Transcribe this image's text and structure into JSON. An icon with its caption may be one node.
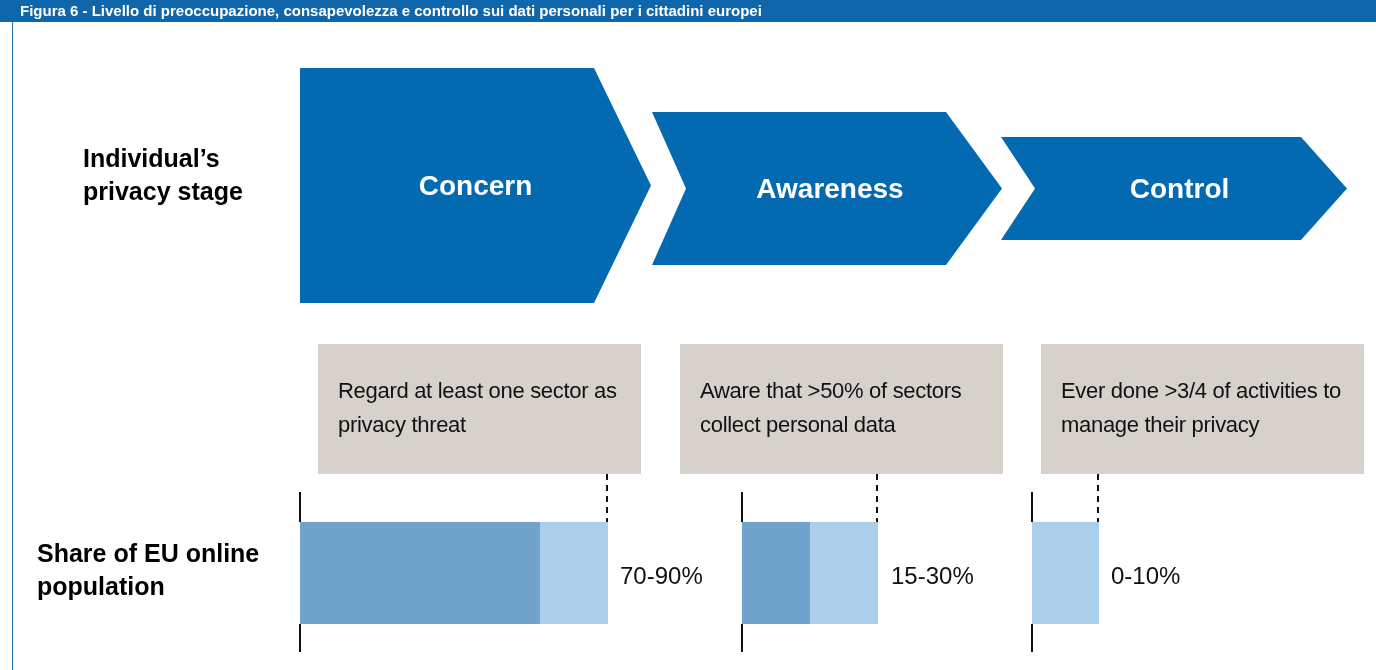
{
  "diagram": {
    "title": "Figura 6 - Livello di preoccupazione, consapevolezza e controllo sui dati personali per i cittadini europei",
    "nodes": [
      {
        "text": [
          "Concern"
        ]
      },
      {
        "text": [
          "Awareness"
        ]
      },
      {
        "text": [
          "Control"
        ]
      },
      {
        "text": [
          "Regard at least one sector as privacy threat"
        ]
      },
      {
        "text": [
          "Aware that >50% of sectors collect personal data"
        ]
      },
      {
        "text": [
          "Ever done >3/4 of activities to manage their privacy"
        ]
      }
    ],
    "edges": [],
    "labels": [
      "Individual’s privacy stage",
      "Share of EU online population",
      "70-90%",
      "15-30%",
      "0-10%"
    ]
  }
}
